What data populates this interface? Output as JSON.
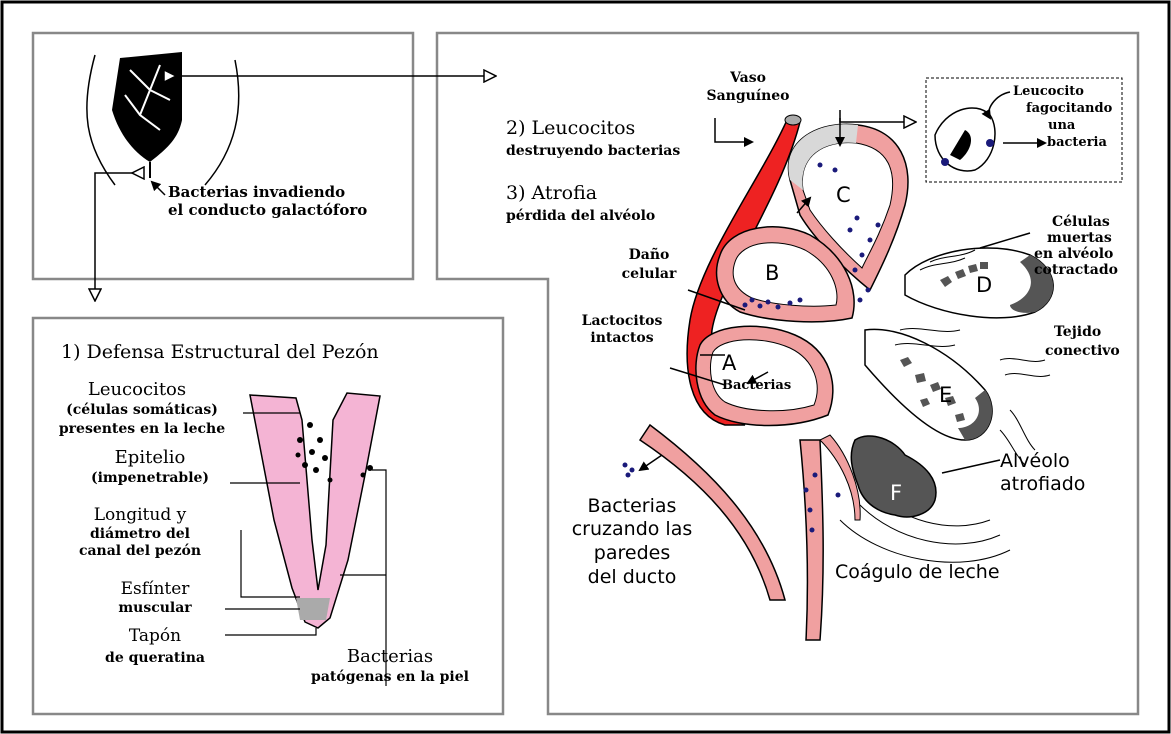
{
  "top_left_panel": {
    "caption_line1": "Bacterias invadiendo",
    "caption_line2": "el conducto galactóforo"
  },
  "nipple_panel": {
    "title": "1) Defensa Estructural del Pezón",
    "leucocitos_1": "Leucocitos",
    "leucocitos_2": "(células somáticas)",
    "leucocitos_3": "presentes en la leche",
    "epitelio_1": "Epitelio",
    "epitelio_2": "(impenetrable)",
    "longitud_1": "Longitud y",
    "longitud_2": "diámetro del",
    "longitud_3": "canal del pezón",
    "esfinter_1": "Esfínter",
    "esfinter_2": "muscular",
    "tapon_1": "Tapón",
    "tapon_2": "de queratina",
    "bacterias_1": "Bacterias",
    "bacterias_2": "patógenas en la piel"
  },
  "alveolus_panel": {
    "vaso_1": "Vaso",
    "vaso_2": "Sanguíneo",
    "leucocitos_title": "2) Leucocitos",
    "leucocitos_sub": "destruyendo bacterias",
    "atrofia_title": "3) Atrofia",
    "atrofia_sub": "pérdida del alvéolo",
    "dano_1": "Daño",
    "dano_2": "celular",
    "lactocitos_1": "Lactocitos",
    "lactocitos_2": "intactos",
    "bacterias_inside": "Bacterias",
    "inset_1": "Leucocito",
    "inset_2": "fagocitando",
    "inset_3": "una",
    "inset_4": "bacteria",
    "celulas_1": "Células",
    "celulas_2": "muertas",
    "celulas_3": "en alvéolo",
    "celulas_4": "cotractado",
    "tejido_1": "Tejido",
    "tejido_2": "conectivo",
    "alveolo_1": "Alvéolo",
    "alveolo_2": "atrofiado",
    "coagulo": "Coágulo de leche",
    "cruzando_1": "Bacterias",
    "cruzando_2": "cruzando las",
    "cruzando_3": "paredes",
    "cruzando_4": "del ducto",
    "letter_a": "A",
    "letter_b": "B",
    "letter_c": "C",
    "letter_d": "D",
    "letter_e": "E",
    "letter_f": "F"
  },
  "colors": {
    "blood_red": "#ee2222",
    "epithelium_pink": "#f0a0a0",
    "teat_pink": "#f4b4d4",
    "dark_cells": "#444444",
    "bacteria_blue": "#1a1a7a",
    "panel_border": "#888888"
  }
}
